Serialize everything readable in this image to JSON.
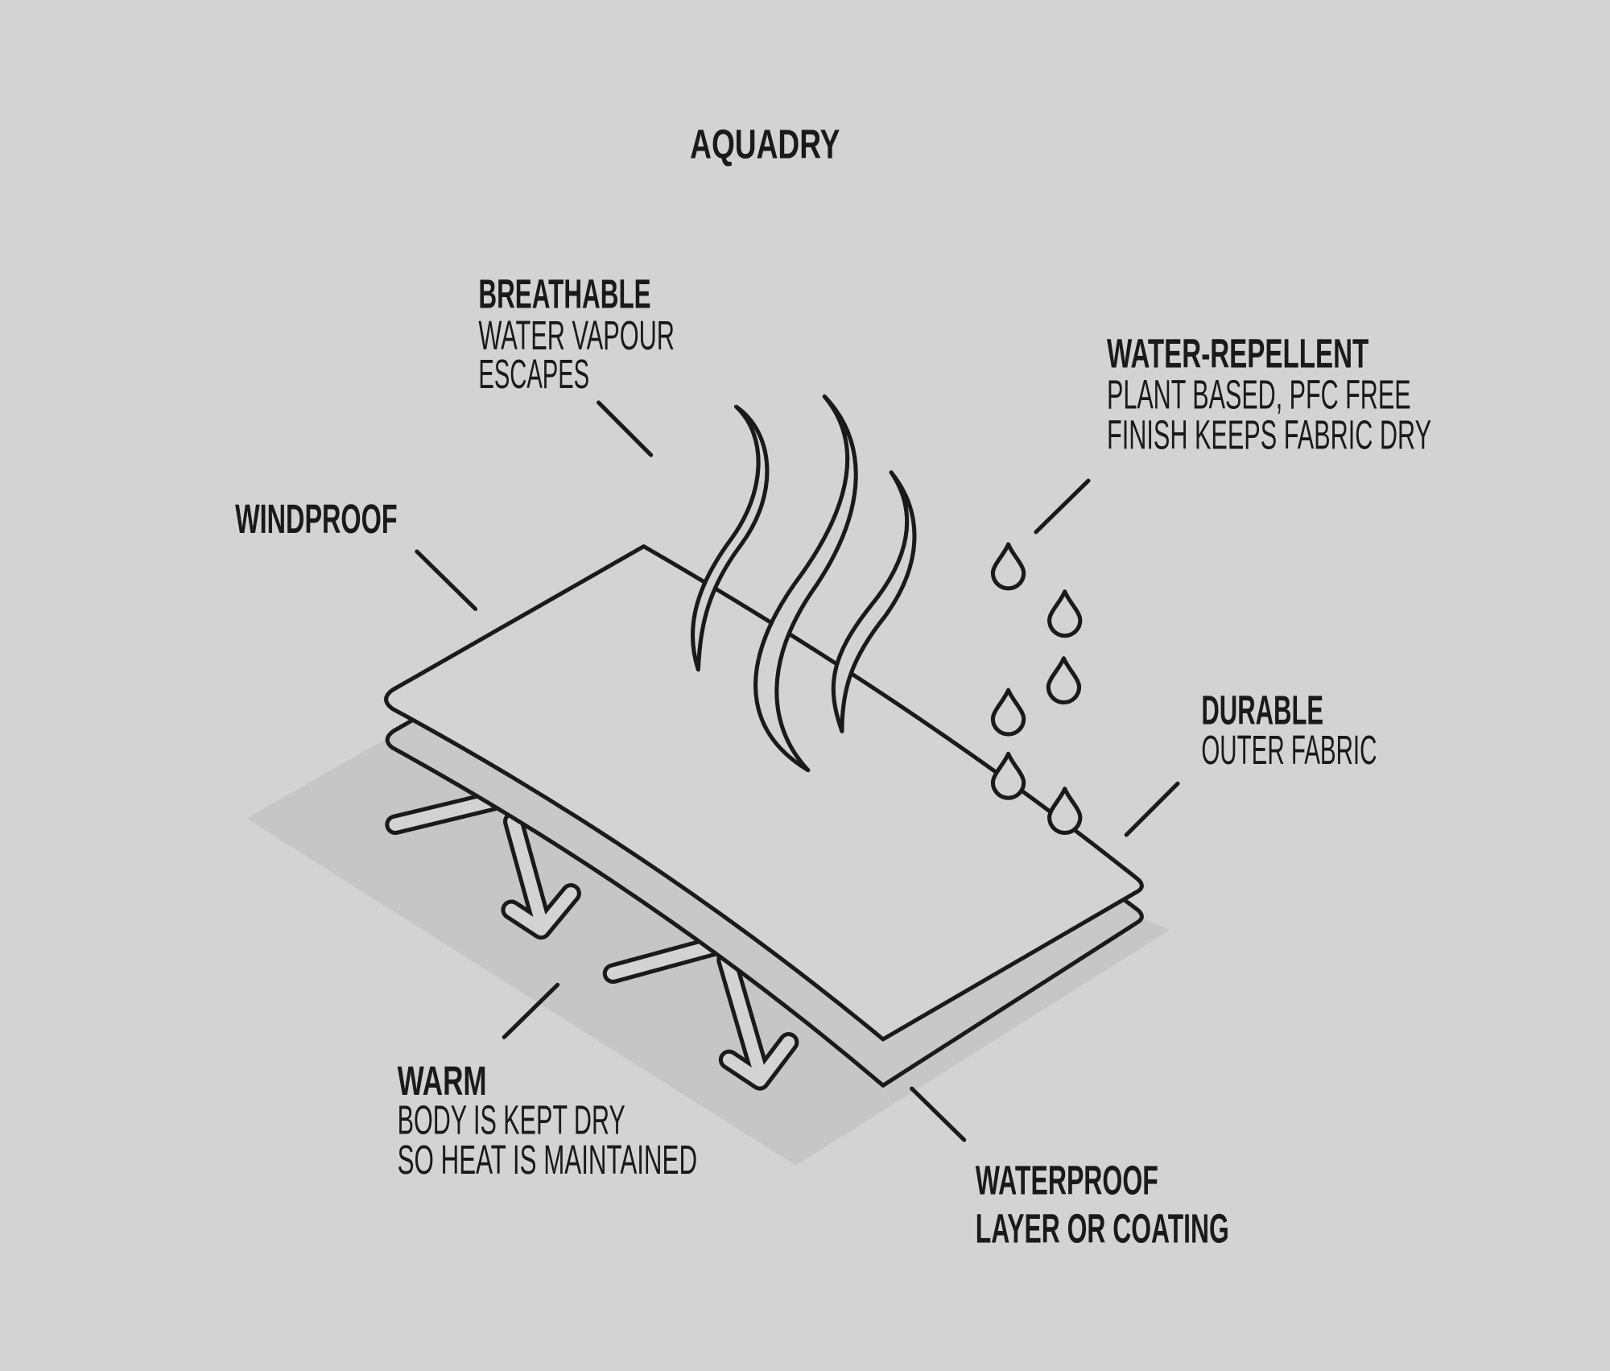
{
  "title": "AQUADRY",
  "features": {
    "breathable": {
      "heading": "BREATHABLE",
      "line1": "WATER VAPOUR",
      "line2": "ESCAPES"
    },
    "water_repellent": {
      "heading": "WATER-REPELLENT",
      "line1": "PLANT BASED, PFC FREE",
      "line2": "FINISH KEEPS FABRIC DRY"
    },
    "windproof": {
      "heading": "WINDPROOF"
    },
    "durable": {
      "heading": "DURABLE",
      "line1": "OUTER FABRIC"
    },
    "warm": {
      "heading": "WARM",
      "line1": "BODY IS KEPT DRY",
      "line2": "SO HEAT IS MAINTAINED"
    },
    "waterproof": {
      "heading": "WATERPROOF",
      "line1": "LAYER OR COATING"
    }
  },
  "colors": {
    "background": "#d3d3d3",
    "shadow": "#c6c6c6",
    "inner_layer": "#c8c8c8",
    "ink": "#1a1a1a"
  }
}
